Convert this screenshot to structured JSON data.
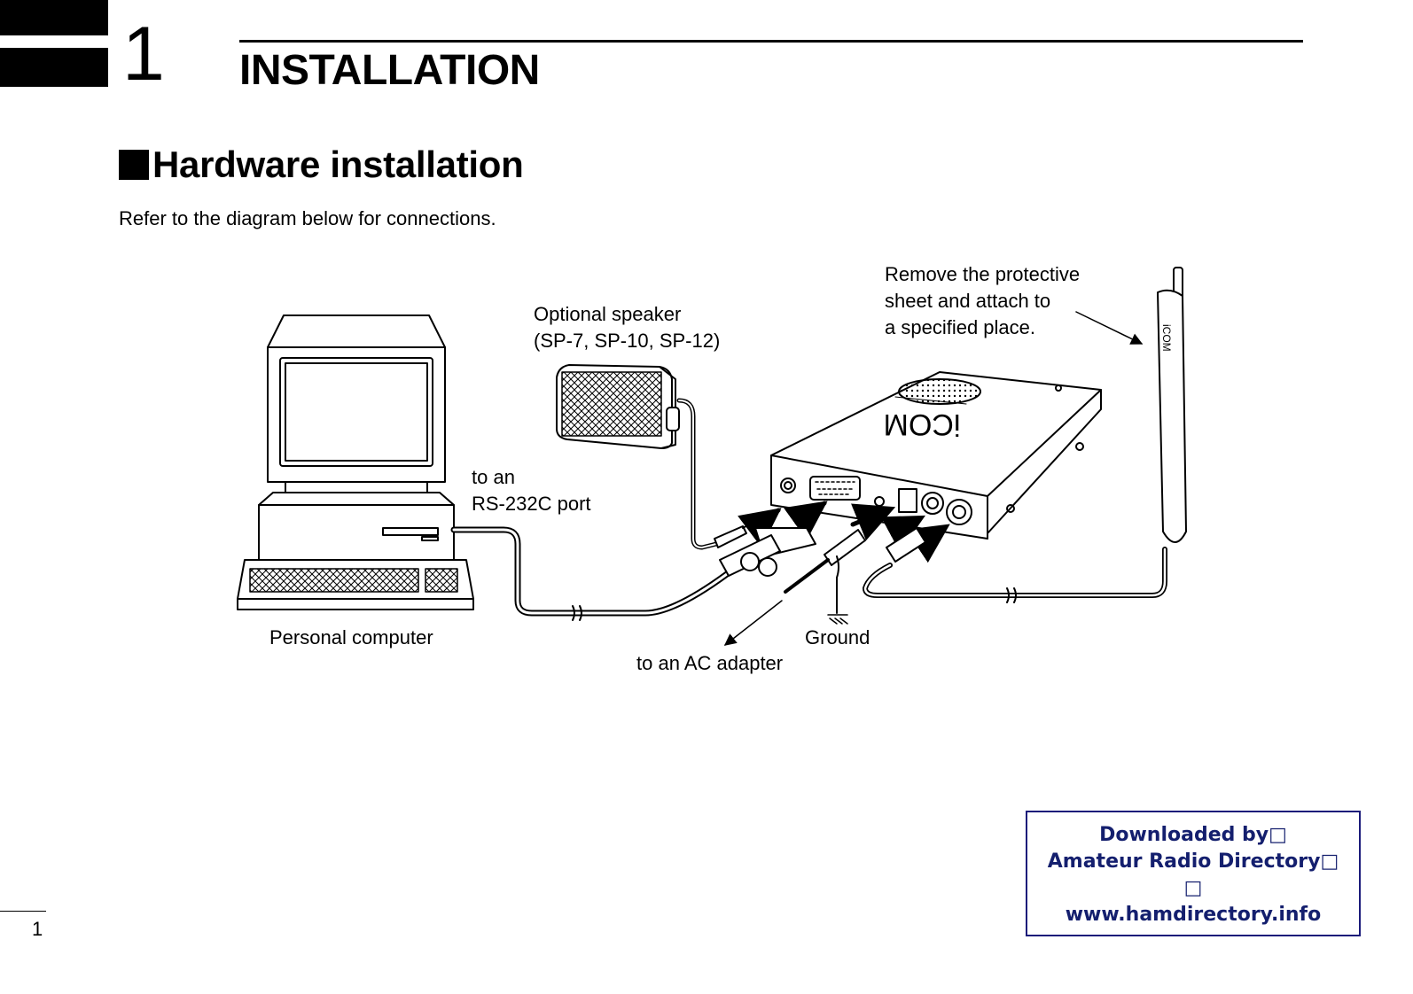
{
  "chapter": {
    "number": "1",
    "title": "INSTALLATION"
  },
  "section": {
    "heading": "Hardware installation"
  },
  "intro_text": "Refer to the diagram below for connections.",
  "diagram": {
    "labels": {
      "speaker": "Optional speaker\n(SP-7, SP-10, SP-12)",
      "protective_sheet": "Remove the protective\nsheet and attach to\na specified place.",
      "rs232c": "to an\nRS-232C port",
      "personal_computer": "Personal computer",
      "ground": "Ground",
      "ac_adapter": "to an AC adapter"
    },
    "brand_text": "iCOM"
  },
  "footer": {
    "page_number": "1",
    "download_lines": [
      "Downloaded by□",
      "Amateur Radio Directory□",
      "□",
      "www.hamdirectory.info"
    ]
  }
}
